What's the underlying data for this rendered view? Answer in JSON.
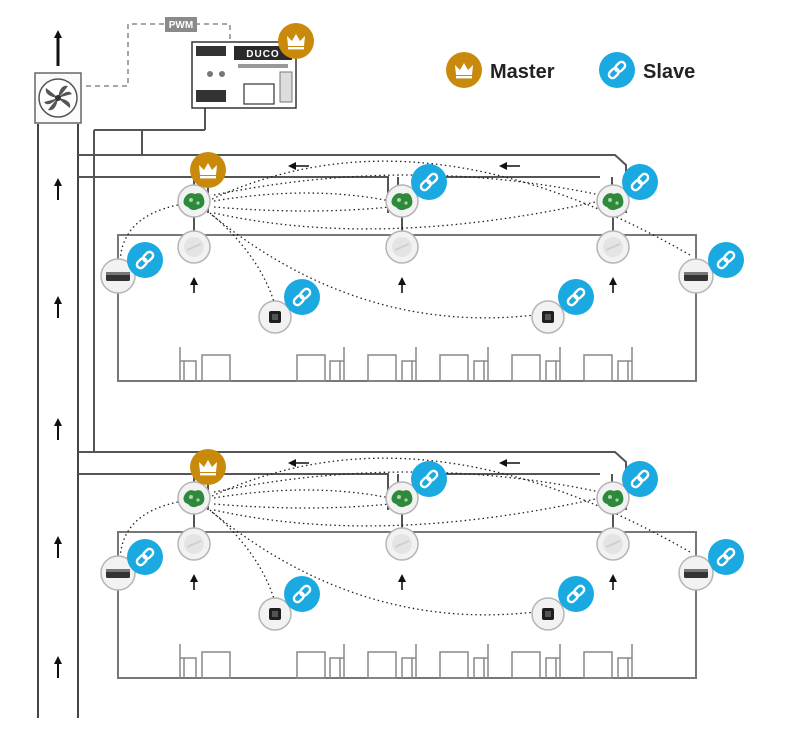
{
  "legend": {
    "master_label": "Master",
    "slave_label": "Slave",
    "master_icon": "crown-icon",
    "slave_icon": "link-icon"
  },
  "controller": {
    "signal_label": "PWM",
    "brand": "DUCO",
    "fan_icon": "fan-icon"
  },
  "floors": [
    {
      "name": "floor-upper"
    },
    {
      "name": "floor-lower"
    }
  ],
  "colors": {
    "master": "#c98a0c",
    "slave": "#1aa9e0",
    "duct": "#444444",
    "sensor_green": "#2e8a3a",
    "pwm_bg": "#8a8a8a"
  }
}
